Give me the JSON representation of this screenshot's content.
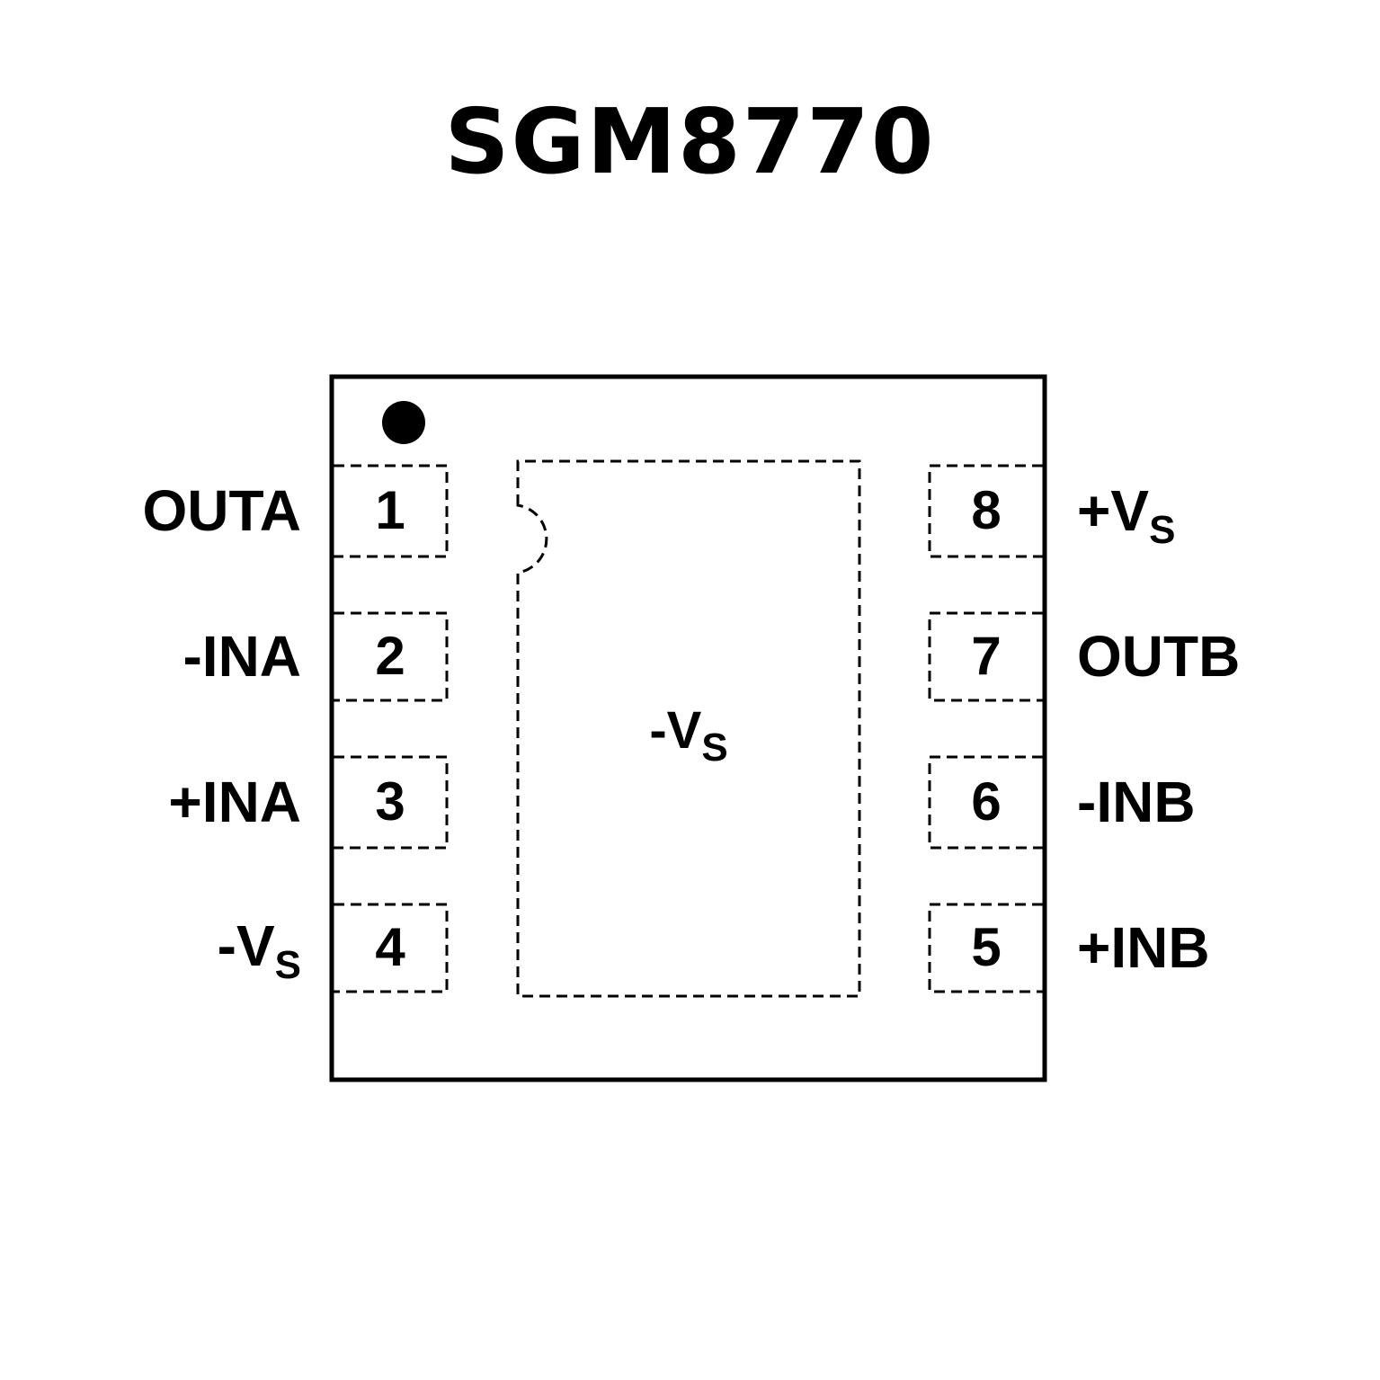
{
  "title": "SGM8770",
  "package": {
    "center_pad": {
      "label": "-V",
      "label_sub": "S"
    },
    "pins_left": [
      {
        "number": "1",
        "name": "OUTA",
        "name_sub": ""
      },
      {
        "number": "2",
        "name": "-INA",
        "name_sub": ""
      },
      {
        "number": "3",
        "name": "+INA",
        "name_sub": ""
      },
      {
        "number": "4",
        "name": "-V",
        "name_sub": "S"
      }
    ],
    "pins_right": [
      {
        "number": "8",
        "name": "+V",
        "name_sub": "S"
      },
      {
        "number": "7",
        "name": "OUTB",
        "name_sub": ""
      },
      {
        "number": "6",
        "name": "-INB",
        "name_sub": ""
      },
      {
        "number": "5",
        "name": "+INB",
        "name_sub": ""
      }
    ]
  }
}
